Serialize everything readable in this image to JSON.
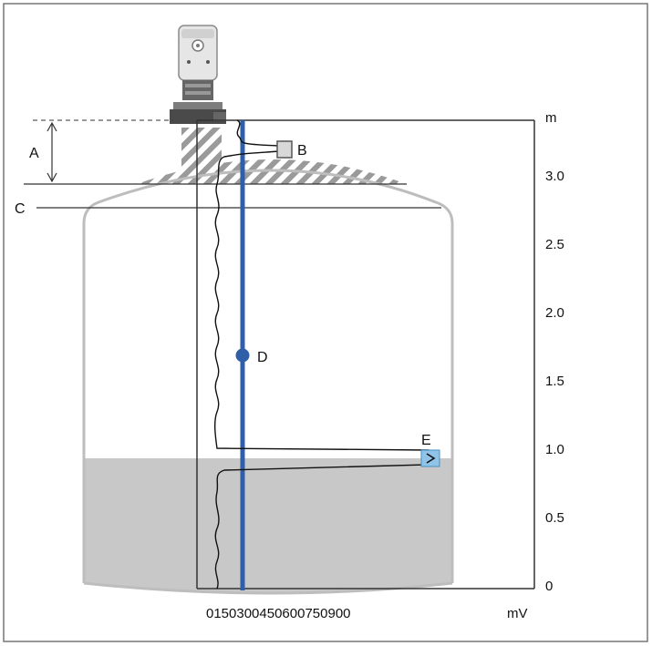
{
  "diagram": {
    "labels": {
      "a": "A",
      "b": "B",
      "c": "C",
      "d": "D",
      "e": "E"
    },
    "y_axis": {
      "unit": "m",
      "ticks": [
        "3.0",
        "2.5",
        "2.0",
        "1.5",
        "1.0",
        "0.5",
        "0"
      ]
    },
    "x_axis": {
      "unit": "mV",
      "ticks_text": "0150300450600750900"
    },
    "colors": {
      "probe": "#2f5fa8",
      "liquid": "#c8c8c8",
      "hatch": "#9a9a9a",
      "echo_marker": "#8fc4e8",
      "signal": "#111111"
    }
  }
}
